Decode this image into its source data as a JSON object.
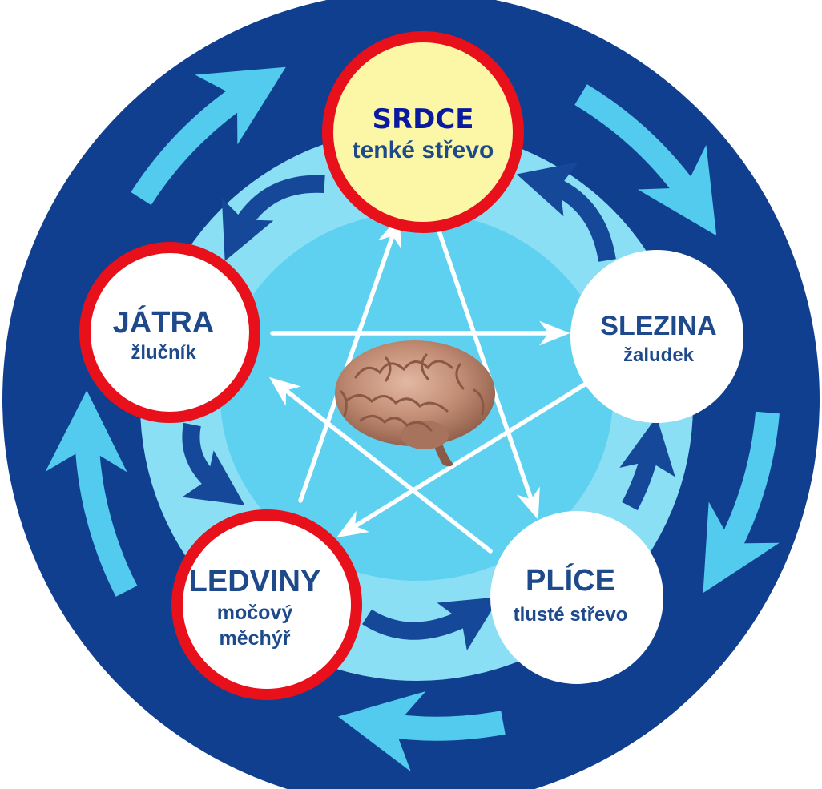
{
  "colors": {
    "outer_ring": "#0f3f8e",
    "inner_disc": "#8adff5",
    "inner_core": "#5ed1f0",
    "outer_arrow": "#52cbee",
    "inner_arrow": "#16489a",
    "star_line": "#ffffff",
    "highlight_ring": "#e8101a",
    "srdce_fill": "#fbf7a6",
    "node_fill": "#ffffff",
    "node_text": "#1e4a8c",
    "srdce_text": "#0a1aa0"
  },
  "center": {
    "icon": "brain-icon"
  },
  "nodes": {
    "srdce": {
      "title": "SRDCE",
      "sub": "tenké střevo",
      "highlighted": true
    },
    "slezina": {
      "title": "SLEZINA",
      "sub": "žaludek",
      "highlighted": false
    },
    "plice": {
      "title": "PLÍCE",
      "sub": "tlusté střevo",
      "highlighted": false
    },
    "ledviny": {
      "title": "LEDVINY",
      "sub1": "močový",
      "sub2": "měchýř",
      "highlighted": true
    },
    "jatra": {
      "title": "JÁTRA",
      "sub": "žlučník",
      "highlighted": true
    }
  }
}
